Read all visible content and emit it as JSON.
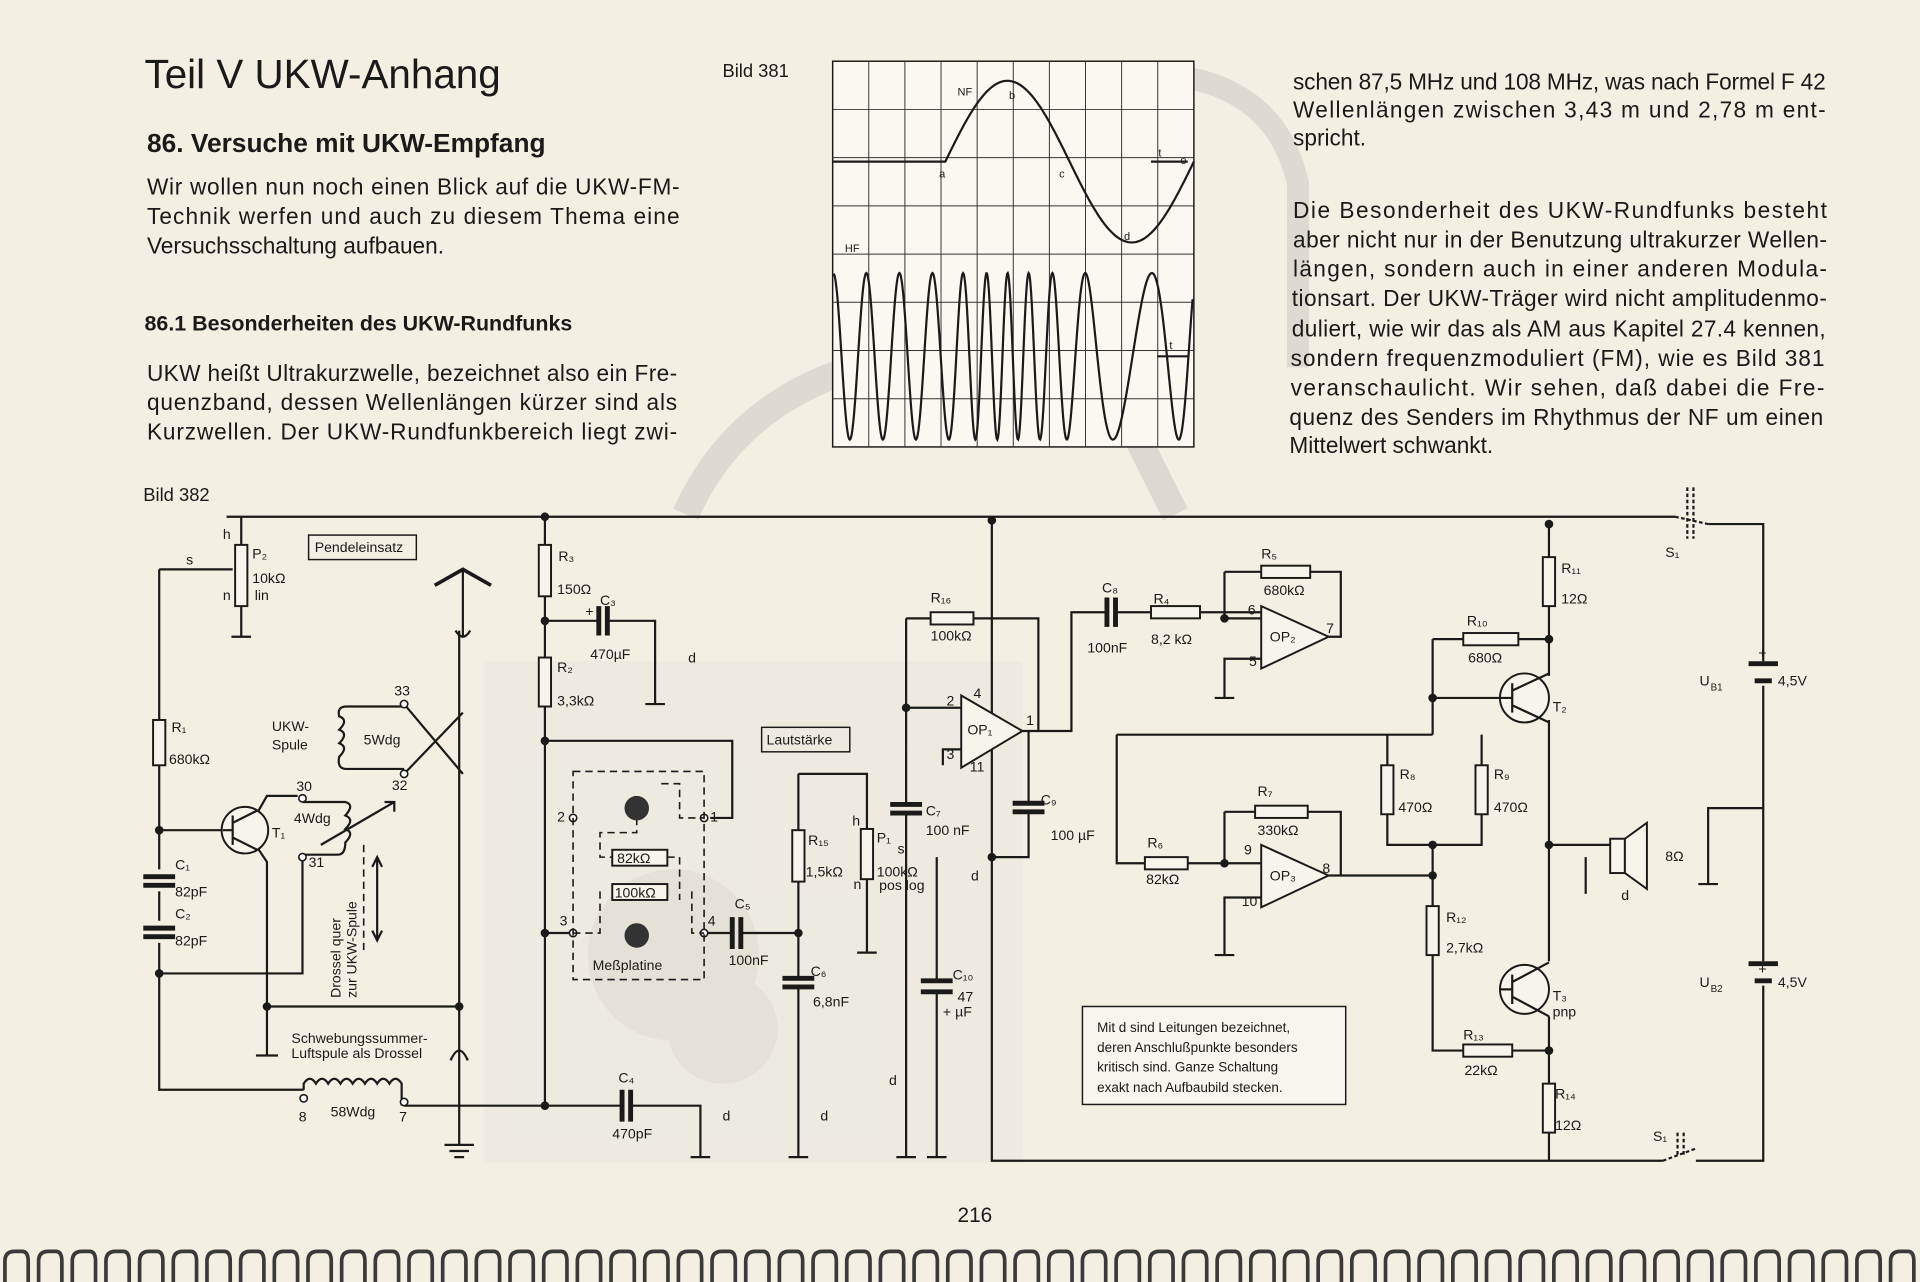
{
  "header": {
    "chapter_title": "Teil V  UKW-Anhang",
    "section_title": "86.  Versuche mit UKW-Empfang",
    "subsection_title": "86.1 Besonderheiten des UKW-Rundfunks"
  },
  "left_column": {
    "intro_lines": [
      "Wir wollen nun noch einen Blick auf die UKW-FM-",
      "Technik werfen und auch zu diesem Thema eine",
      "Versuchsschaltung aufbauen."
    ],
    "para_lines": [
      "UKW heißt Ultrakurzwelle, bezeichnet also ein Fre-",
      "quenzband, dessen Wellenlängen kürzer sind als",
      "Kurzwellen. Der UKW-Rundfunkbereich liegt zwi-"
    ]
  },
  "right_column": {
    "para1_lines": [
      "schen 87,5 MHz und 108 MHz, was nach Formel F 42",
      "Wellenlängen zwischen 3,43 m und 2,78 m ent-",
      "spricht."
    ],
    "para2_lines": [
      "Die Besonderheit des UKW-Rundfunks besteht",
      "aber nicht nur in der Benutzung ultrakurzer Wellen-",
      "längen, sondern auch in einer anderen Modula-",
      "tionsart. Der UKW-Träger wird nicht amplitudenmo-",
      "duliert, wie wir das als AM aus Kapitel 27.4 kennen,",
      "sondern frequenzmoduliert (FM), wie es Bild 381",
      "veranschaulicht. Wir sehen, daß dabei die Fre-",
      "quenz des Senders im Rhythmus der NF um einen",
      "Mittelwert schwankt."
    ]
  },
  "figure381": {
    "caption": "Bild 381",
    "labels": {
      "nf": "NF",
      "hf": "HF",
      "a": "a",
      "b": "b",
      "c": "c",
      "d": "d",
      "e": "e",
      "t": "t"
    }
  },
  "figure382": {
    "caption": "Bild 382",
    "boxes": {
      "pendeleinsatz": "Pendeleinsatz",
      "lautstaerke": "Lautstärke",
      "note_lines": [
        "Mit d sind Leitungen bezeichnet,",
        "deren Anschlußpunkte besonders",
        "kritisch sind. Ganze Schaltung",
        "exakt nach Aufbaubild stecken."
      ]
    },
    "labels": {
      "p2": "P₂",
      "p2_val": "10kΩ",
      "p2_lin": "lin",
      "h": "h",
      "s": "s",
      "n": "n",
      "r1": "R₁",
      "r1_val": "680kΩ",
      "c1": "C₁",
      "c1_val": "82pF",
      "c2": "C₂",
      "c2_val": "82pF",
      "t1": "T₁",
      "ukw_spule_1": "UKW-",
      "ukw_spule_2": "Spule",
      "wdg5": "5Wdg",
      "pin33": "33",
      "pin32": "32",
      "pin30": "30",
      "pin31": "31",
      "wdg4": "4Wdg",
      "drossel_1": "Drossel quer",
      "drossel_2": "zur UKW-Spule",
      "schwebung_1": "Schwebungssummer-",
      "schwebung_2": "Luftspule als Drossel",
      "wdg58": "58Wdg",
      "pin8": "8",
      "pin7": "7",
      "r3": "R₃",
      "r3_val": "150Ω",
      "c3": "C₃",
      "c3_val": "470µF",
      "plus": "+",
      "r2": "R₂",
      "r2_val": "3,3kΩ",
      "d": "d",
      "mp_pin1": "1",
      "mp_pin2": "2",
      "mp_pin3": "3",
      "mp_pin4": "4",
      "mp_r82": "82kΩ",
      "mp_r100": "100kΩ",
      "messplatine": "Meßplatine",
      "c5": "C₅",
      "c5_val": "100nF",
      "c4": "C₄",
      "c4_val": "470pF",
      "r15": "R₁₅",
      "r15_val": "1,5kΩ",
      "c6": "C₆",
      "c6_val": "6,8nF",
      "p1": "P₁",
      "p1_val": "100kΩ",
      "p1_log": "pos log",
      "c7": "C₇",
      "c7_val": "100 nF",
      "c10": "C₁₀",
      "c10_val": "47",
      "c10_unit": "µF",
      "r16": "R₁₆",
      "r16_val": "100kΩ",
      "op1": "OP₁",
      "c9": "C₉",
      "c9_val": "100 µF",
      "op_pin1": "1",
      "op_pin2": "2",
      "op_pin3": "3",
      "op_pin4": "4",
      "op_pin11": "11",
      "c8": "C₈",
      "c8_val": "100nF",
      "r4": "R₄",
      "r4_val": "8,2 kΩ",
      "r5": "R₅",
      "r5_val": "680kΩ",
      "op2": "OP₂",
      "op2_pin5": "5",
      "op2_pin6": "6",
      "op2_pin7": "7",
      "r6": "R₆",
      "r6_val": "82kΩ",
      "r7": "R₇",
      "r7_val": "330kΩ",
      "op3": "OP₃",
      "op3_pin8": "8",
      "op3_pin9": "9",
      "op3_pin10": "10",
      "r11": "R₁₁",
      "r11_val": "12Ω",
      "r10": "R₁₀",
      "r10_val": "680Ω",
      "t2": "T₂",
      "r8": "R₈",
      "r8_val": "470Ω",
      "r9": "R₉",
      "r9_val": "470Ω",
      "r12": "R₁₂",
      "r12_val": "2,7kΩ",
      "t3": "T₃",
      "t3_type": "pnp",
      "r13": "R₁₃",
      "r13_val": "22kΩ",
      "r14": "R₁₄",
      "r14_val": "12Ω",
      "speaker_val": "8Ω",
      "ub": "U",
      "ub1_sub": "B1",
      "ub2_sub": "B2",
      "ub_val": "4,5V",
      "s1": "S₁",
      "minus": "-"
    }
  },
  "footer": {
    "page_number": "216"
  }
}
